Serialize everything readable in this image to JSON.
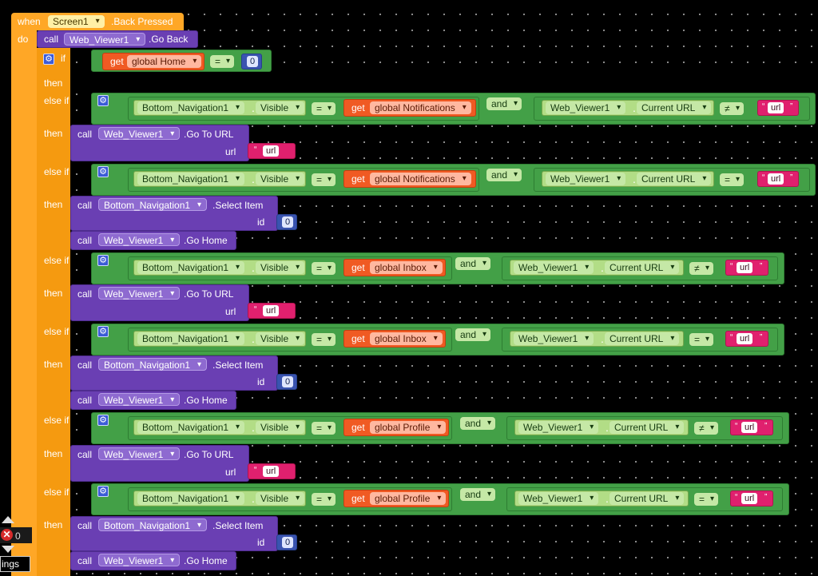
{
  "event": {
    "when_label": "when",
    "component": "Screen1",
    "event_name": ".Back Pressed",
    "do_label": "do"
  },
  "keywords": {
    "call": "call",
    "if": "if",
    "then": "then",
    "else_if": "else if",
    "get": "get",
    "url_param": "url",
    "id_param": "id",
    "and": "and",
    "dot": "."
  },
  "methods": {
    "go_back": ".Go Back",
    "go_to_url": ".Go To URL",
    "select_item": ".Select Item",
    "go_home": ".Go Home"
  },
  "components": {
    "web_viewer": "Web_Viewer1",
    "bottom_nav": "Bottom_Navigation1"
  },
  "properties": {
    "visible": "Visible",
    "current_url": "Current URL"
  },
  "operators": {
    "eq": "=",
    "neq": "≠"
  },
  "variables": {
    "home": "global Home",
    "notifications": "global Notifications",
    "inbox": "global Inbox",
    "profile": "global Profile"
  },
  "values": {
    "zero": "0",
    "url_text": "url"
  },
  "workspace_controls": {
    "error_count": "0",
    "warning_label": "ings"
  }
}
